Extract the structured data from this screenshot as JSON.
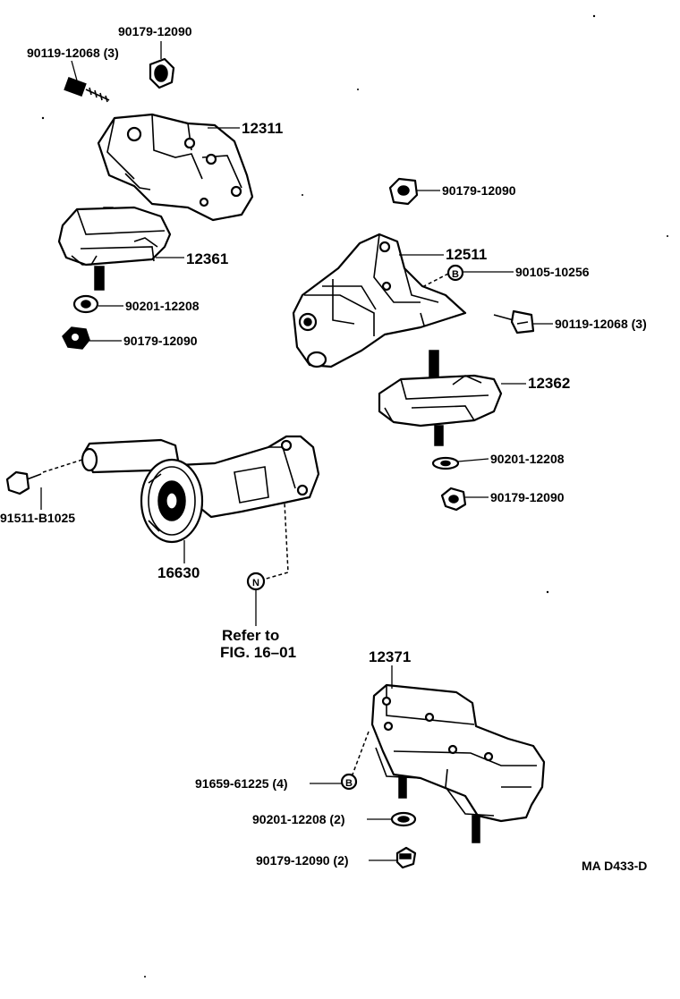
{
  "diagram_code": "MA D433-D",
  "refer_note": {
    "line1": "Refer to",
    "line2": "FIG. 16–01",
    "symbol": "N"
  },
  "parts": {
    "p_12311": "12311",
    "p_12361": "12361",
    "p_12511": "12511",
    "p_12362": "12362",
    "p_16630": "16630",
    "p_12371": "12371",
    "p_90119_tl": "90119-12068 (3)",
    "p_90179_tl": "90179-12090",
    "p_90201_l": "90201-12208",
    "p_90179_l": "90179-12090",
    "p_90179_tr": "90179-12090",
    "p_90105": "90105-10256",
    "p_90119_r": "90119-12068 (3)",
    "p_90201_r": "90201-12208",
    "p_90179_r": "90179-12090",
    "p_91511": "91511-B1025",
    "p_91659": "91659-61225 (4)",
    "p_90201_b": "90201-12208 (2)",
    "p_90179_b": "90179-12090 (2)"
  },
  "symbols": {
    "bolt_b1": "B",
    "bolt_b2": "B"
  }
}
